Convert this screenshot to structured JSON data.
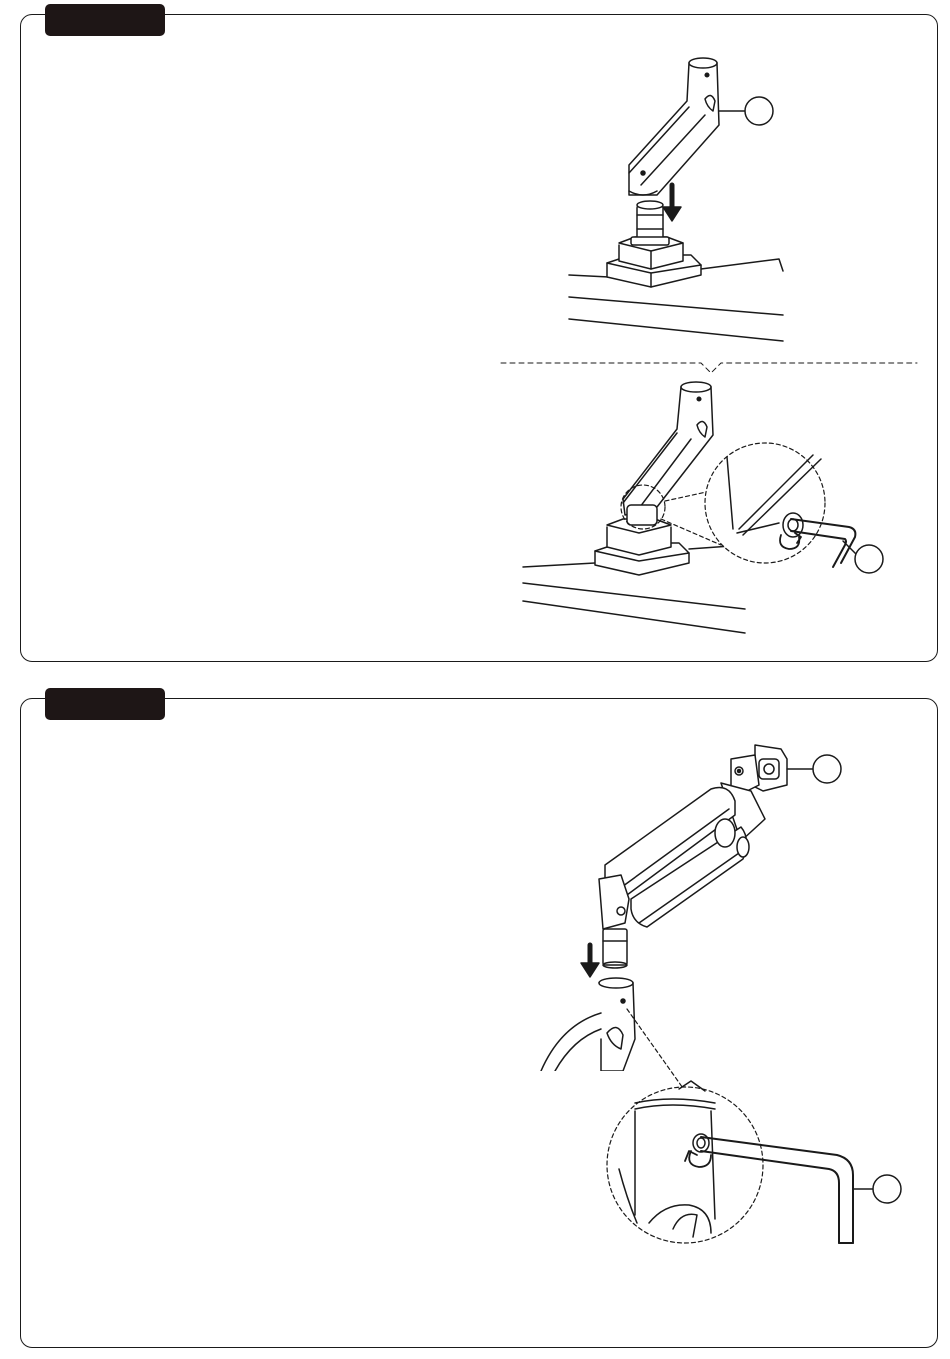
{
  "document": {
    "panels": [
      {
        "step_label": "",
        "callouts": [
          {
            "id": "callout-arm-link",
            "label": ""
          },
          {
            "id": "callout-hex-key-small",
            "label": ""
          }
        ]
      },
      {
        "step_label": "",
        "callouts": [
          {
            "id": "callout-gas-spring-arm",
            "label": ""
          },
          {
            "id": "callout-hex-key-large",
            "label": ""
          }
        ]
      }
    ]
  }
}
